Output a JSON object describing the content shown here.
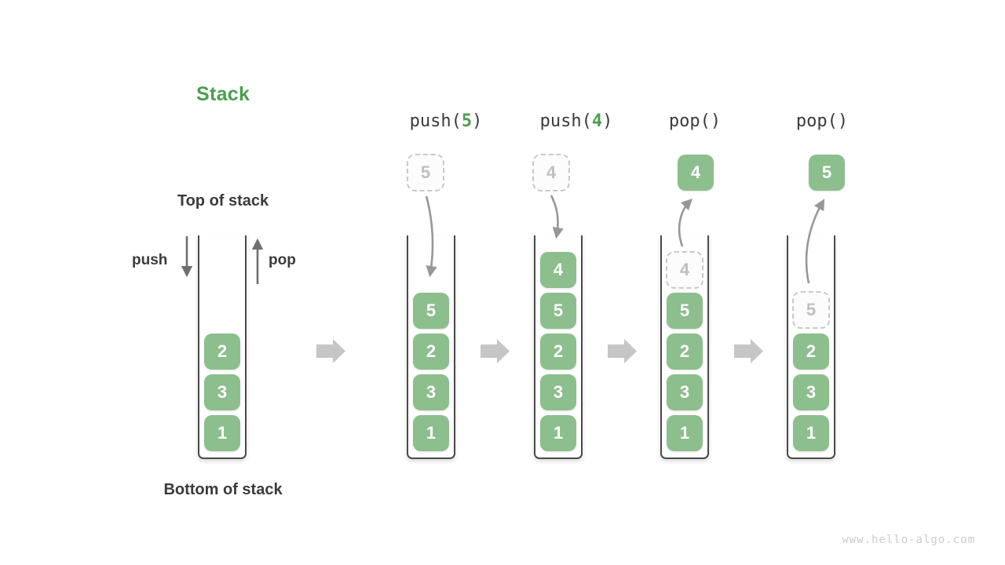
{
  "title": "Stack",
  "watermark": "www.hello-algo.com",
  "labels": {
    "top_of_stack": "Top of stack",
    "bottom_of_stack": "Bottom of stack",
    "push": "push",
    "pop": "pop"
  },
  "operations": [
    {
      "prefix": "push(",
      "arg": "5",
      "suffix": ")"
    },
    {
      "prefix": "push(",
      "arg": "4",
      "suffix": ")"
    },
    {
      "prefix": "pop()",
      "arg": "",
      "suffix": ""
    },
    {
      "prefix": "pop()",
      "arg": "",
      "suffix": ""
    }
  ],
  "stacks": [
    {
      "state": "initial",
      "blocks": [
        "2",
        "3",
        "1"
      ]
    },
    {
      "state": "after push(5)",
      "incoming": "5",
      "blocks": [
        "5",
        "2",
        "3",
        "1"
      ]
    },
    {
      "state": "after push(4)",
      "incoming": "4",
      "blocks": [
        "4",
        "5",
        "2",
        "3",
        "1"
      ]
    },
    {
      "state": "after pop() -> 4",
      "outgoing": "4",
      "ghost": "4",
      "blocks": [
        "5",
        "2",
        "3",
        "1"
      ]
    },
    {
      "state": "after pop() -> 5",
      "outgoing": "5",
      "ghost": "5",
      "blocks": [
        "2",
        "3",
        "1"
      ]
    }
  ],
  "colors": {
    "block_green": "#8DBE8D",
    "accent_green": "#4C9D50",
    "dark_text": "#3B3B3B",
    "container_wall": "#4A4A4A",
    "curve_arrow_gray": "#979797",
    "straight_arrow_gray": "#6F6F6F",
    "transition_arrow_gray": "#C6C6C6",
    "ghost_border": "#C8C8C8",
    "ghost_text": "#BFBFBF",
    "watermark_gray": "#CBCBCB"
  }
}
